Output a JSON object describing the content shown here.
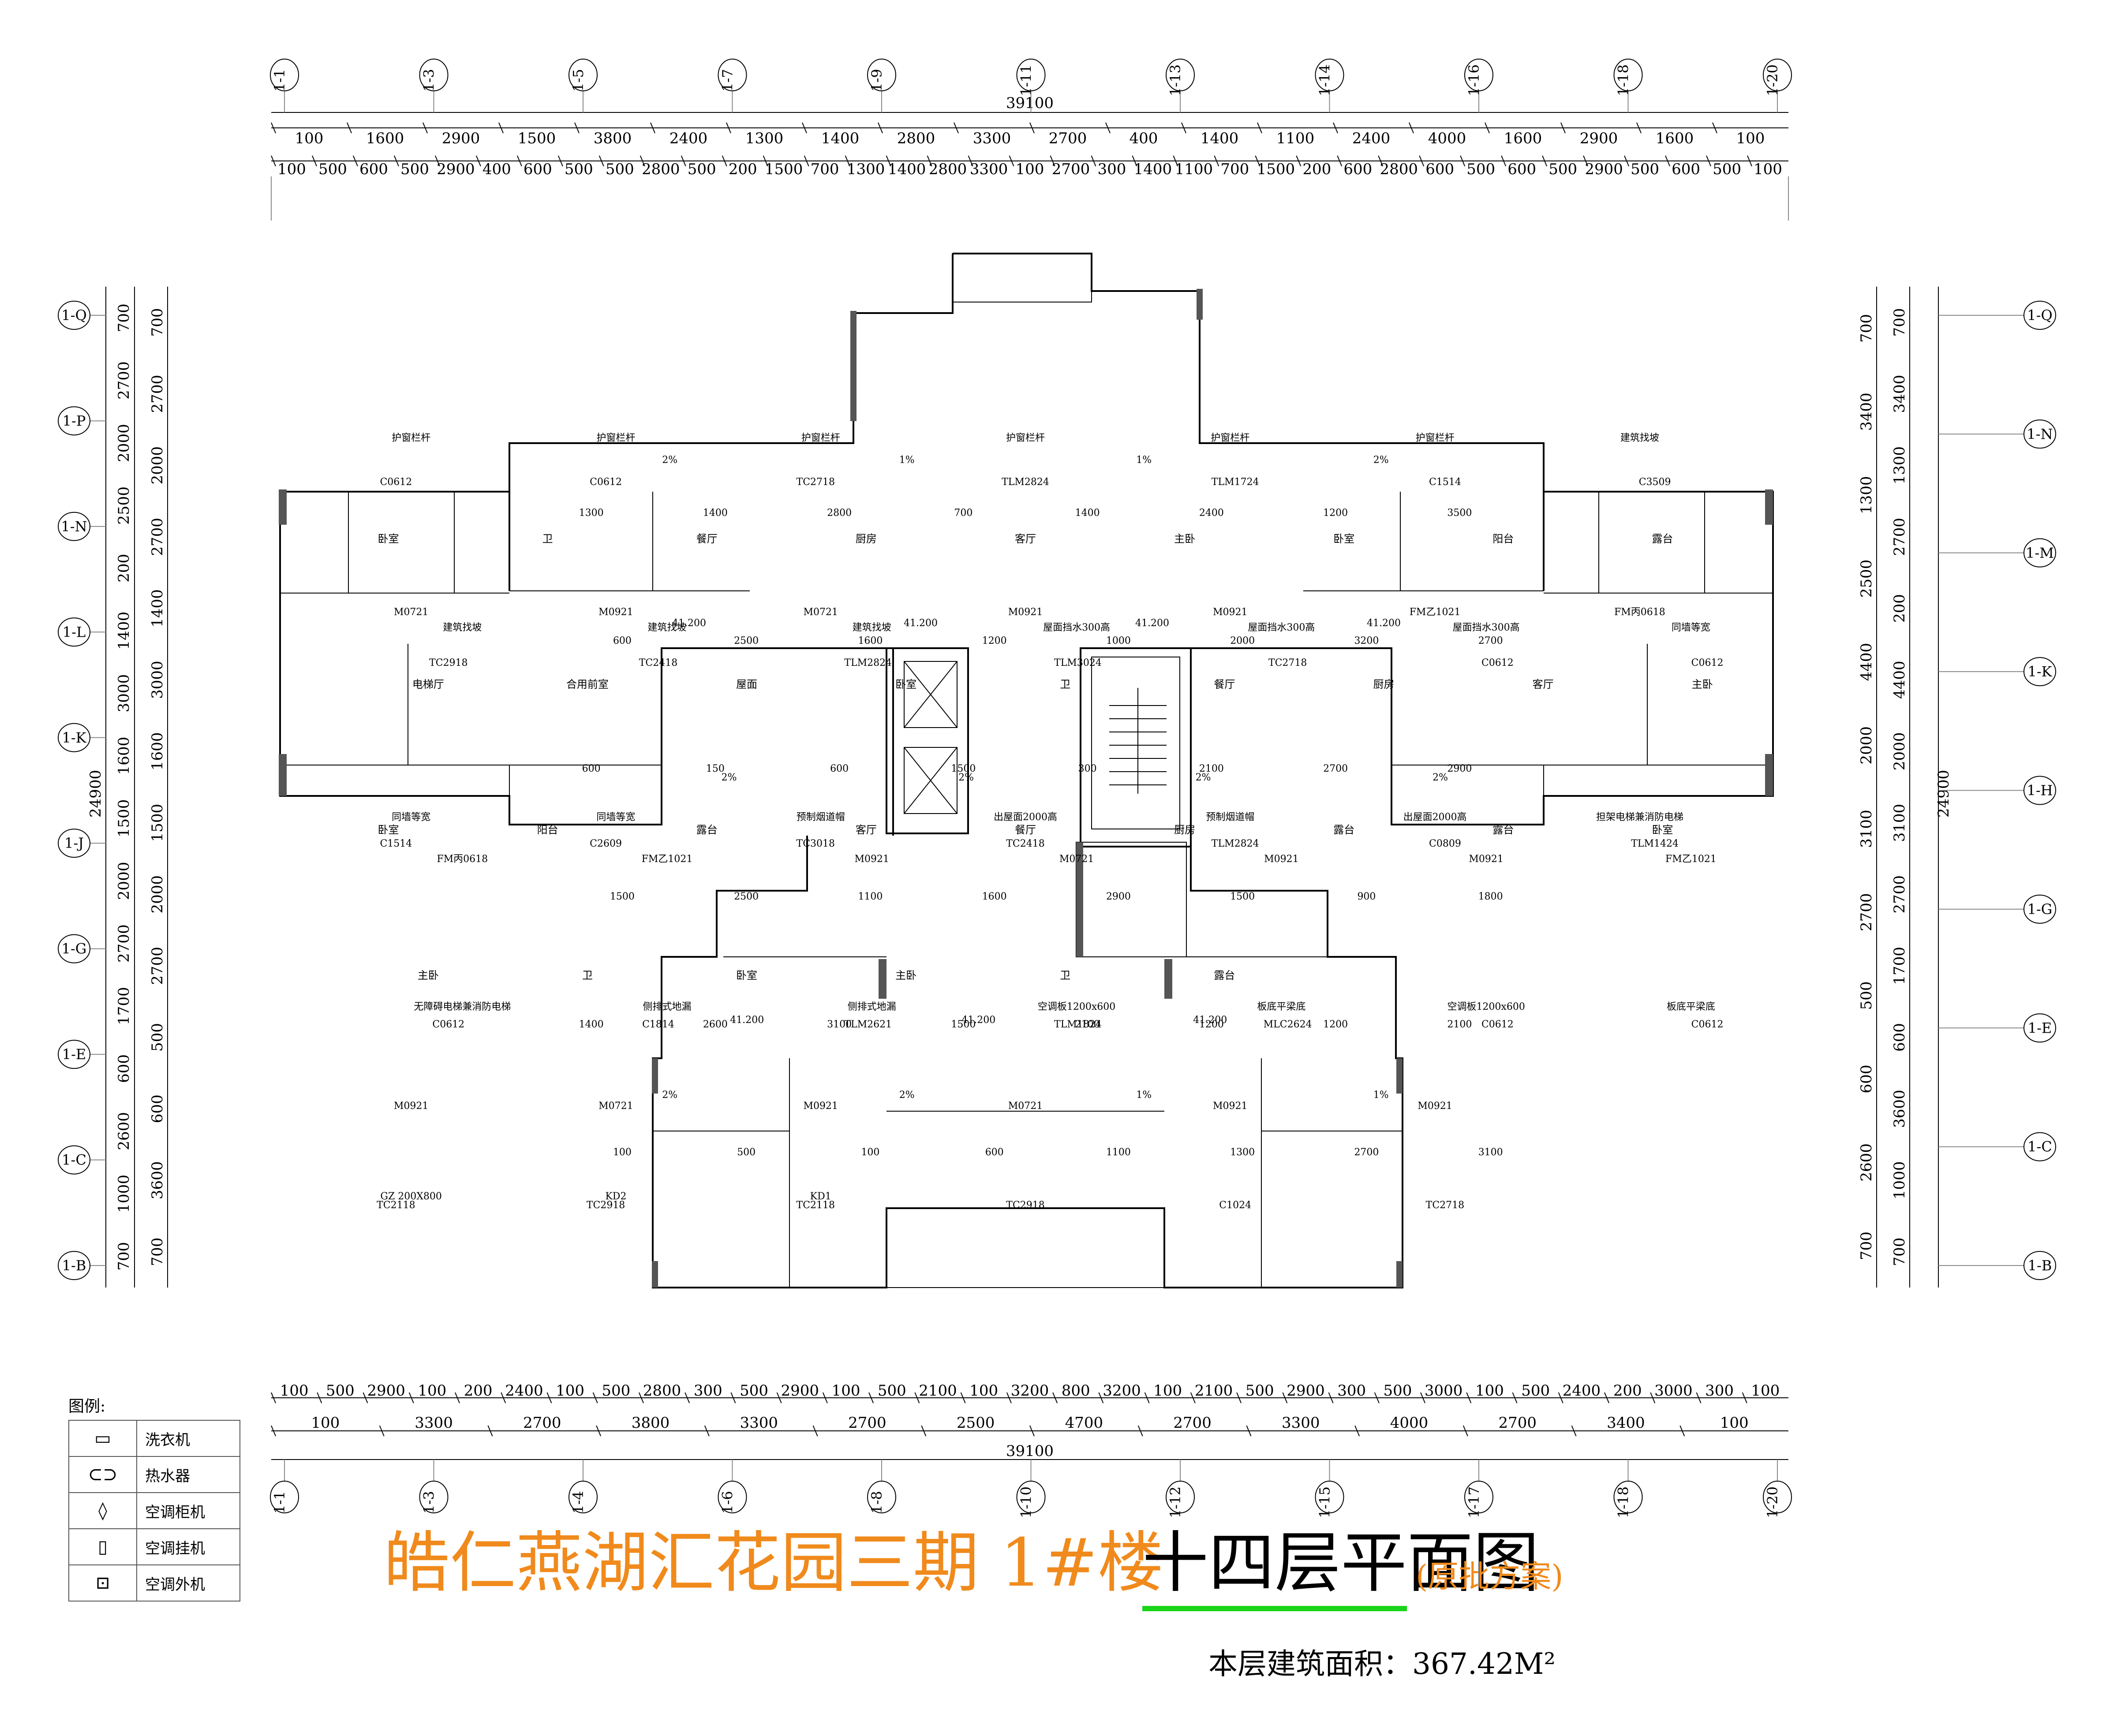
{
  "drawing": {
    "title_main": "皓仁燕湖汇花园三期 1#楼",
    "title_floor": "十四层平面图",
    "title_note": "(原批方案)",
    "area_label": "本层建筑面积：367.42M²",
    "legend_title": "图例:",
    "legend": [
      {
        "icon": "washing-machine-icon",
        "symbol": "▭",
        "label": "洗衣机"
      },
      {
        "icon": "water-heater-icon",
        "symbol": "⊂⊃",
        "label": "热水器"
      },
      {
        "icon": "ac-cabinet-icon",
        "symbol": "◊",
        "label": "空调柜机"
      },
      {
        "icon": "ac-wall-unit-icon",
        "symbol": "▯",
        "label": "空调挂机"
      },
      {
        "icon": "ac-outdoor-unit-icon",
        "symbol": "⊡",
        "label": "空调外机"
      }
    ]
  },
  "axes": {
    "top": [
      "1-1",
      "1-3",
      "1-5",
      "1-7",
      "1-9",
      "1-11",
      "1-13",
      "1-14",
      "1-16",
      "1-18",
      "1-20"
    ],
    "bottom": [
      "1-1",
      "1-3",
      "1-4",
      "1-6",
      "1-8",
      "1-10",
      "1-12",
      "1-15",
      "1-17",
      "1-18",
      "1-20"
    ],
    "left": [
      "1-Q",
      "1-P",
      "1-N",
      "1-L",
      "1-K",
      "1-J",
      "1-G",
      "1-E",
      "1-C",
      "1-B"
    ],
    "right": [
      "1-Q",
      "1-N",
      "1-M",
      "1-K",
      "1-H",
      "1-G",
      "1-E",
      "1-C",
      "1-B"
    ]
  },
  "dims": {
    "top_total": "39100",
    "top_row1": [
      "100",
      "1600",
      "2900",
      "1500",
      "3800",
      "2400",
      "1300",
      "1400",
      "2800",
      "3300",
      "2700",
      "400",
      "1400",
      "1100",
      "2400",
      "4000",
      "1600",
      "2900",
      "1600",
      "100"
    ],
    "top_row2": [
      "100",
      "500",
      "600",
      "500",
      "2900",
      "400",
      "600",
      "500",
      "500",
      "2800",
      "500",
      "200",
      "1500",
      "700",
      "1300",
      "1400",
      "2800",
      "3300",
      "100",
      "2700",
      "300",
      "1400",
      "1100",
      "700",
      "1500",
      "200",
      "600",
      "2800",
      "600",
      "500",
      "600",
      "500",
      "2900",
      "500",
      "600",
      "500",
      "100"
    ],
    "bottom_total": "39100",
    "bottom_row1": [
      "100",
      "500",
      "2900",
      "100",
      "200",
      "2400",
      "100",
      "500",
      "2800",
      "300",
      "500",
      "2900",
      "100",
      "500",
      "2100",
      "100",
      "3200",
      "800",
      "3200",
      "100",
      "2100",
      "500",
      "2900",
      "300",
      "500",
      "3000",
      "100",
      "500",
      "2400",
      "200",
      "3000",
      "300",
      "100"
    ],
    "bottom_row2": [
      "100",
      "3300",
      "2700",
      "3800",
      "3300",
      "2700",
      "2500",
      "4700",
      "2700",
      "3300",
      "4000",
      "2700",
      "3400",
      "100"
    ],
    "left_total": "24900",
    "left_outer": [
      "700",
      "2700",
      "2000",
      "2500",
      "200",
      "1400",
      "3000",
      "1600",
      "1500",
      "2000",
      "2700",
      "1700",
      "600",
      "2600",
      "1000",
      "700"
    ],
    "left_inner": [
      "700",
      "2700",
      "2000",
      "2700",
      "1400",
      "3000",
      "1600",
      "1500",
      "2000",
      "2700",
      "500",
      "600",
      "3600",
      "700"
    ],
    "right_total": "24900",
    "right_outer": [
      "700",
      "3400",
      "1300",
      "2700",
      "200",
      "4400",
      "2000",
      "3100",
      "2700",
      "1700",
      "600",
      "3600",
      "1000",
      "700"
    ],
    "right_inner": [
      "700",
      "3400",
      "1300",
      "2500",
      "4400",
      "2000",
      "3100",
      "2700",
      "500",
      "600",
      "2600",
      "700"
    ]
  },
  "labels": {
    "rooms": [
      "卧室",
      "卫",
      "餐厅",
      "厨房",
      "客厅",
      "主卧",
      "卧室",
      "阳台",
      "露台",
      "电梯厅",
      "合用前室",
      "屋面",
      "卧室",
      "卫",
      "餐厅",
      "厨房",
      "客厅",
      "主卧",
      "卧室",
      "阳台",
      "露台",
      "客厅",
      "餐厅",
      "厨房",
      "露台",
      "露台",
      "卧室",
      "主卧",
      "卫",
      "卧室",
      "主卧",
      "卫",
      "露台"
    ],
    "doors": [
      "M0721",
      "M0921",
      "M0721",
      "M0921",
      "M0921",
      "FM乙1021",
      "FM丙0618",
      "FM丙0618",
      "FM乙1021",
      "M0921",
      "M0721",
      "M0921",
      "M0921",
      "FM乙1021",
      "M0921",
      "M0721",
      "M0921",
      "M0721",
      "M0921",
      "M0921"
    ],
    "windows": [
      "C0612",
      "C0612",
      "TC2718",
      "TLM2824",
      "TLM1724",
      "C1514",
      "C3509",
      "TC2918",
      "TC2418",
      "TLM2824",
      "TLM3024",
      "TC2718",
      "C0612",
      "C0612",
      "C1514",
      "C2609",
      "TC3018",
      "TC2418",
      "TLM2824",
      "C0809",
      "TLM1424",
      "C0612",
      "C1814",
      "TLM2621",
      "TLM1824",
      "MLC2624",
      "C0612",
      "C0612",
      "TC2118",
      "TC2918",
      "TC2118",
      "TC2918",
      "C1024",
      "TC2718"
    ],
    "notes": [
      "护窗栏杆",
      "护窗栏杆",
      "护窗栏杆",
      "护窗栏杆",
      "护窗栏杆",
      "护窗栏杆",
      "建筑找坡",
      "建筑找坡",
      "建筑找坡",
      "建筑找坡",
      "屋面挡水300高",
      "屋面挡水300高",
      "屋面挡水300高",
      "同墙等宽",
      "同墙等宽",
      "同墙等宽",
      "预制烟道帽",
      "出屋面2000高",
      "预制烟道帽",
      "出屋面2000高",
      "担架电梯兼消防电梯",
      "无障碍电梯兼消防电梯",
      "侧排式地漏",
      "侧排式地漏",
      "空调板1200x600",
      "板底平梁底",
      "空调板1200x600",
      "板底平梁底",
      "GZ 200X800",
      "KD2",
      "KD1"
    ],
    "elevations": [
      "41.200",
      "41.200",
      "41.200",
      "41.200",
      "41.200",
      "41.200",
      "41.200"
    ],
    "slopes": [
      "2%",
      "1%",
      "1%",
      "2%",
      "2%",
      "2%",
      "2%",
      "2%",
      "2%",
      "2%",
      "1%",
      "1%"
    ],
    "inner_dims": [
      "1300",
      "1400",
      "2800",
      "700",
      "1400",
      "2400",
      "1200",
      "3500",
      "600",
      "2500",
      "1600",
      "1200",
      "1000",
      "2000",
      "3200",
      "2700",
      "600",
      "150",
      "600",
      "1500",
      "300",
      "2100",
      "2700",
      "2900",
      "1500",
      "2500",
      "1100",
      "1600",
      "2900",
      "1500",
      "900",
      "1800",
      "1400",
      "2600",
      "3100",
      "1500",
      "2100",
      "1200",
      "1200",
      "2100",
      "100",
      "500",
      "100",
      "600",
      "1100",
      "1300",
      "2700",
      "3100"
    ]
  }
}
